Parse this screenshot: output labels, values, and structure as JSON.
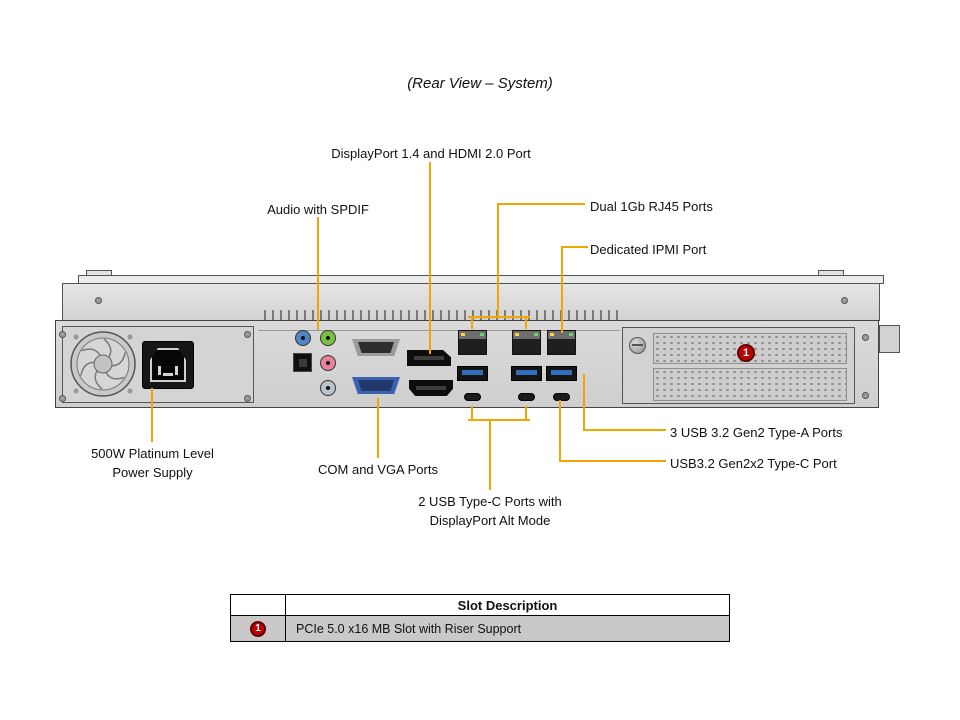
{
  "title": "(Rear View – System)",
  "callouts": {
    "displayport": "DisplayPort 1.4 and HDMI 2.0 Port",
    "audio": "Audio with SPDIF",
    "rj45": "Dual 1Gb RJ45 Ports",
    "ipmi": "Dedicated IPMI Port",
    "psu": [
      "500W Platinum Level",
      "Power Supply"
    ],
    "com_vga": "COM and VGA Ports",
    "usb_a": "3 USB 3.2 Gen2 Type-A Ports",
    "usb_c": "USB3.2 Gen2x2 Type-C Port",
    "usb_c_dp": [
      "2 USB Type-C Ports with",
      "DisplayPort Alt Mode"
    ]
  },
  "chassis": {
    "slot_marker": "1"
  },
  "slot_table": {
    "header": "Slot Description",
    "rows": [
      {
        "marker": "1",
        "description": "PCIe 5.0 x16 MB Slot with Riser Support"
      }
    ]
  },
  "colors": {
    "leader_line": "#F0A500",
    "slot_marker": "#C00000"
  }
}
